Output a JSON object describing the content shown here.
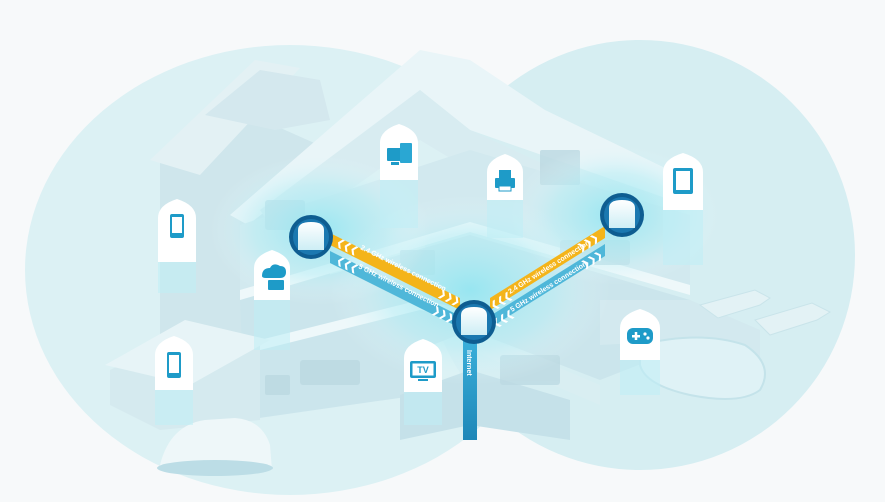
{
  "links": {
    "left_top": "2.4 GHz wireless connection",
    "left_bottom": "5 GHz wireless connection",
    "right_top": "2.4 GHz wireless connection",
    "right_bottom": "5 GHz wireless connection",
    "internet": "Internet"
  },
  "devices": {
    "tv_label": "TV"
  },
  "colors": {
    "band_24": "#f4b41a",
    "band_5": "#4fb7d9",
    "internet": "#2aa0cf",
    "node_ring": "#0e5d91",
    "house": "#cfe9ef",
    "glow": "#a6e7f1"
  },
  "icons": [
    "smartphone-icon",
    "cloud-storage-icon",
    "computer-icon",
    "printer-icon",
    "tablet-icon",
    "gamepad-icon",
    "tv-icon"
  ]
}
